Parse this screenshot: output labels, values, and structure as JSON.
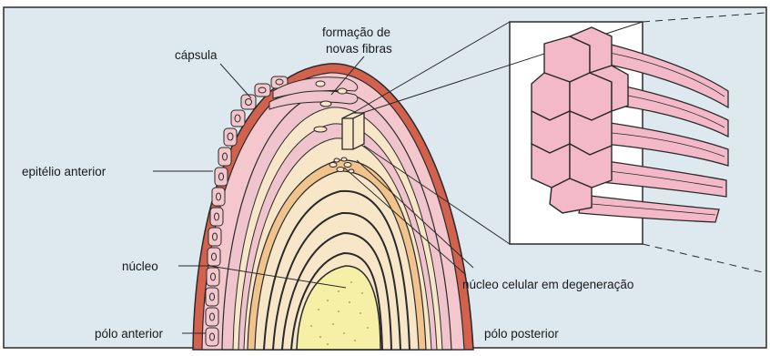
{
  "figure": {
    "labels": {
      "capsule": "cápsula",
      "new_fibers_line1": "formação de",
      "new_fibers_line2": "novas fibras",
      "anterior_epithelium": "epitélio anterior",
      "nucleus": "núcleo",
      "degenerating_nucleus": "núcleo celular em degeneração",
      "anterior_pole": "pólo anterior",
      "posterior_pole": "pólo posterior"
    },
    "colors": {
      "background": "#dde9ef",
      "capsule": "#d2624e",
      "epithelium_cells": "#f3c7cc",
      "fiber_layer_pink": "#f0c4cc",
      "fiber_layer_cream": "#f7e6c8",
      "fiber_layer_orange": "#f1c48e",
      "nucleus_yellow": "#f6f0a6",
      "inset_fibers": "#f4b9c8",
      "outline": "#2a2a2a"
    }
  }
}
